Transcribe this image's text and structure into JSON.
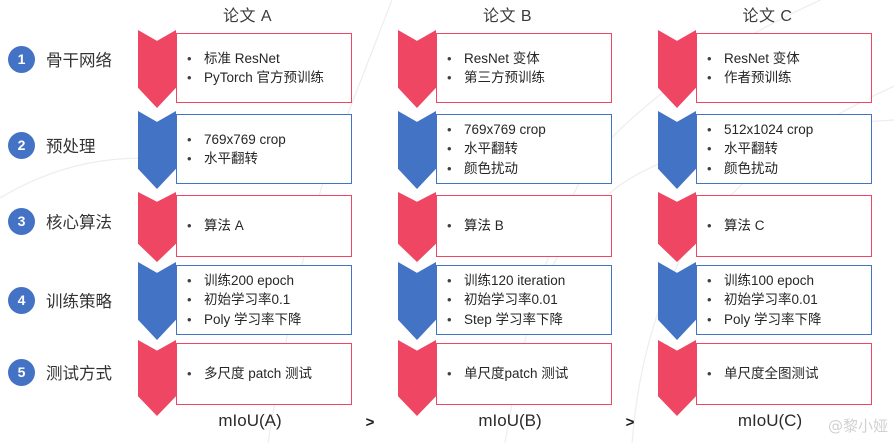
{
  "colors": {
    "red": "#ef4763",
    "blue": "#4273c5",
    "circle_blue": "#4472c4",
    "background": "#ffffff",
    "text": "#262626"
  },
  "columns": [
    {
      "id": "paper-a",
      "header": "论文 A"
    },
    {
      "id": "paper-b",
      "header": "论文 B"
    },
    {
      "id": "paper-c",
      "header": "论文 C"
    }
  ],
  "rows": [
    {
      "number": "1",
      "label": "骨干网络",
      "accent": "red"
    },
    {
      "number": "2",
      "label": "预处理",
      "accent": "blue"
    },
    {
      "number": "3",
      "label": "核心算法",
      "accent": "red"
    },
    {
      "number": "4",
      "label": "训练策略",
      "accent": "blue"
    },
    {
      "number": "5",
      "label": "测试方式",
      "accent": "red"
    }
  ],
  "cells": {
    "a": [
      [
        "标准 ResNet",
        "PyTorch 官方预训练"
      ],
      [
        "769x769 crop",
        "水平翻转"
      ],
      [
        "算法 A"
      ],
      [
        "训练200 epoch",
        "初始学习率0.1",
        "Poly 学习率下降"
      ],
      [
        "多尺度 patch 测试"
      ]
    ],
    "b": [
      [
        "ResNet 变体",
        "第三方预训练"
      ],
      [
        "769x769 crop",
        "水平翻转",
        "颜色扰动"
      ],
      [
        "算法 B"
      ],
      [
        "训练120 iteration",
        "初始学习率0.01",
        "Step 学习率下降"
      ],
      [
        "单尺度patch 测试"
      ]
    ],
    "c": [
      [
        "ResNet 变体",
        "作者预训练"
      ],
      [
        "512x1024 crop",
        "水平翻转",
        "颜色扰动"
      ],
      [
        "算法 C"
      ],
      [
        "训练100 epoch",
        "初始学习率0.01",
        "Poly 学习率下降"
      ],
      [
        "单尺度全图测试"
      ]
    ]
  },
  "bullet_glyph": "•",
  "footer": {
    "metrics": [
      "mIoU(A)",
      "mIoU(B)",
      "mIoU(C)"
    ],
    "comparators": [
      ">",
      ">"
    ]
  },
  "watermark": "@黎小娅"
}
